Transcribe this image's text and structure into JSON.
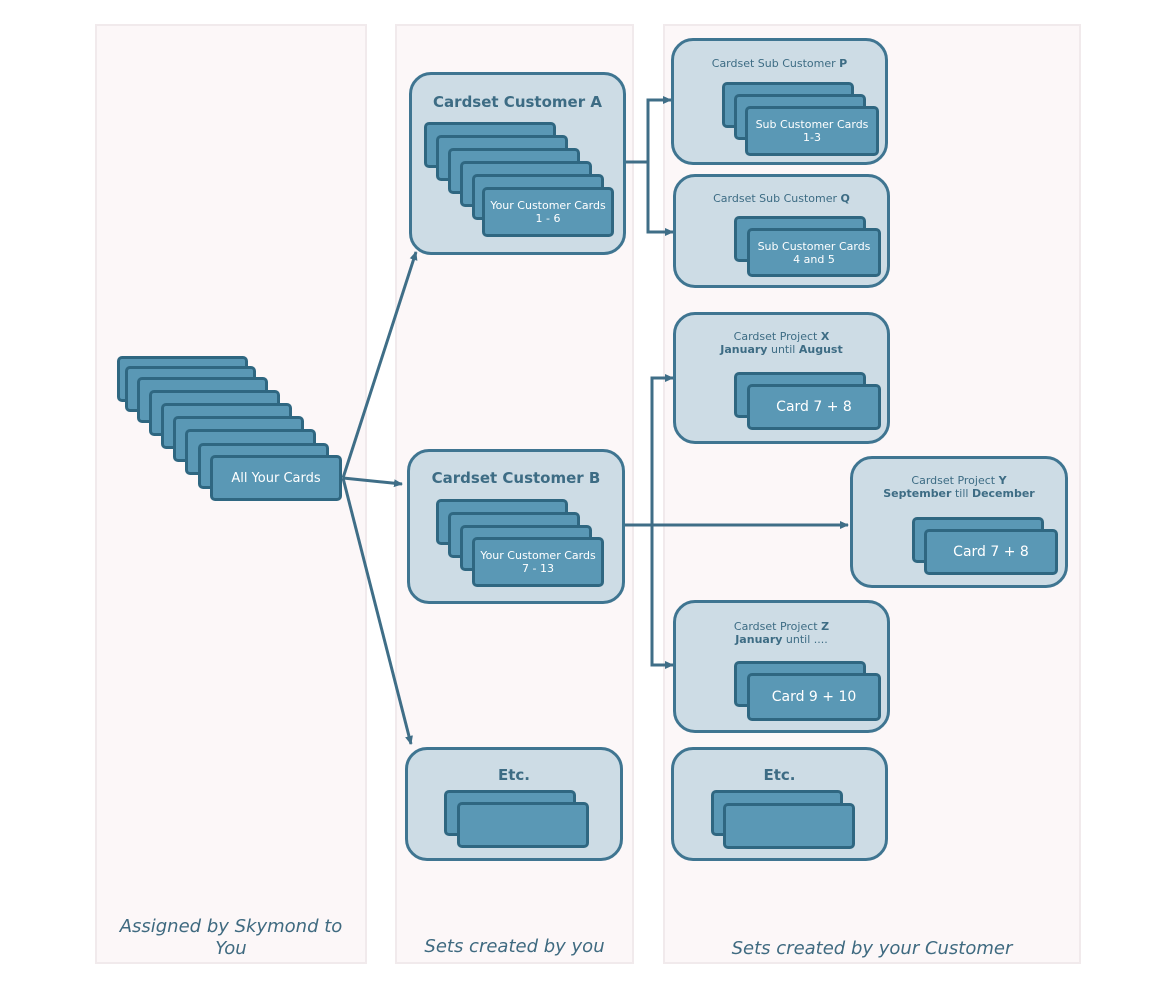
{
  "columns": {
    "assigned": "Assigned by Skymond to\nYou",
    "yours": "Sets created by you",
    "customer": "Sets created by your Customer"
  },
  "all_cards": {
    "label": "All Your Cards"
  },
  "customer_a": {
    "title": "Cardset Customer A",
    "card_label": "Your Customer Cards\n1 - 6"
  },
  "customer_b": {
    "title": "Cardset Customer B",
    "card_label": "Your Customer Cards\n7 - 13"
  },
  "etc_you": {
    "title": "Etc."
  },
  "sub_p": {
    "prefix": "Cardset Sub Customer ",
    "letter": "P",
    "card_label": "Sub Customer Cards\n1-3"
  },
  "sub_q": {
    "prefix": "Cardset Sub Customer ",
    "letter": "Q",
    "card_label": "Sub Customer Cards\n4 and 5"
  },
  "project_x": {
    "prefix": "Cardset Project ",
    "letter": "X",
    "start": "January",
    "connector": " until ",
    "end": "August",
    "card_label": "Card 7 + 8"
  },
  "project_y": {
    "prefix": "Cardset Project ",
    "letter": "Y",
    "start": "September",
    "connector": " till ",
    "end": "December",
    "card_label": "Card 7 + 8"
  },
  "project_z": {
    "prefix": "Cardset Project ",
    "letter": "Z",
    "start": "January",
    "connector": " until ....",
    "end": "",
    "card_label": "Card 9 + 10"
  },
  "etc_customer": {
    "title": "Etc."
  },
  "colors": {
    "panel": "#cddce5",
    "border": "#3f7591",
    "card": "#5a98b5",
    "card_border": "#2f6781",
    "arrow": "#3f6e87",
    "column": "#fcf7f8"
  }
}
